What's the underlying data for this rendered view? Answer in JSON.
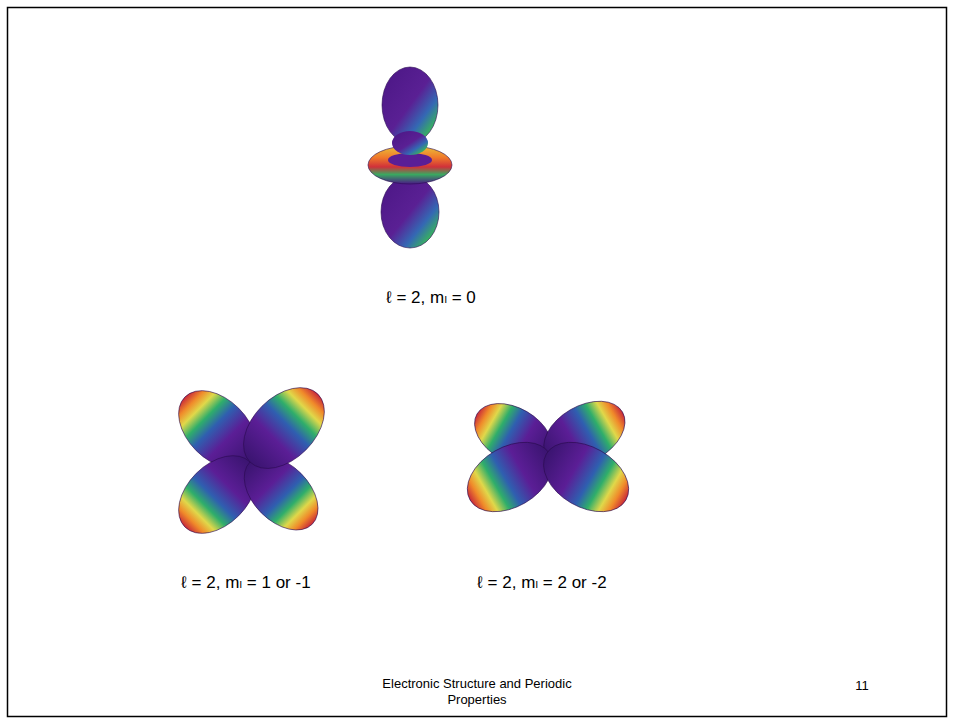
{
  "diagram": {
    "labels": [
      "ℓ = 2, mₗ = 0",
      "ℓ = 2, mₗ = 1 or -1",
      "ℓ = 2, mₗ = 2 or -2",
      "Electronic Structure and Periodic Properties",
      "11"
    ]
  }
}
